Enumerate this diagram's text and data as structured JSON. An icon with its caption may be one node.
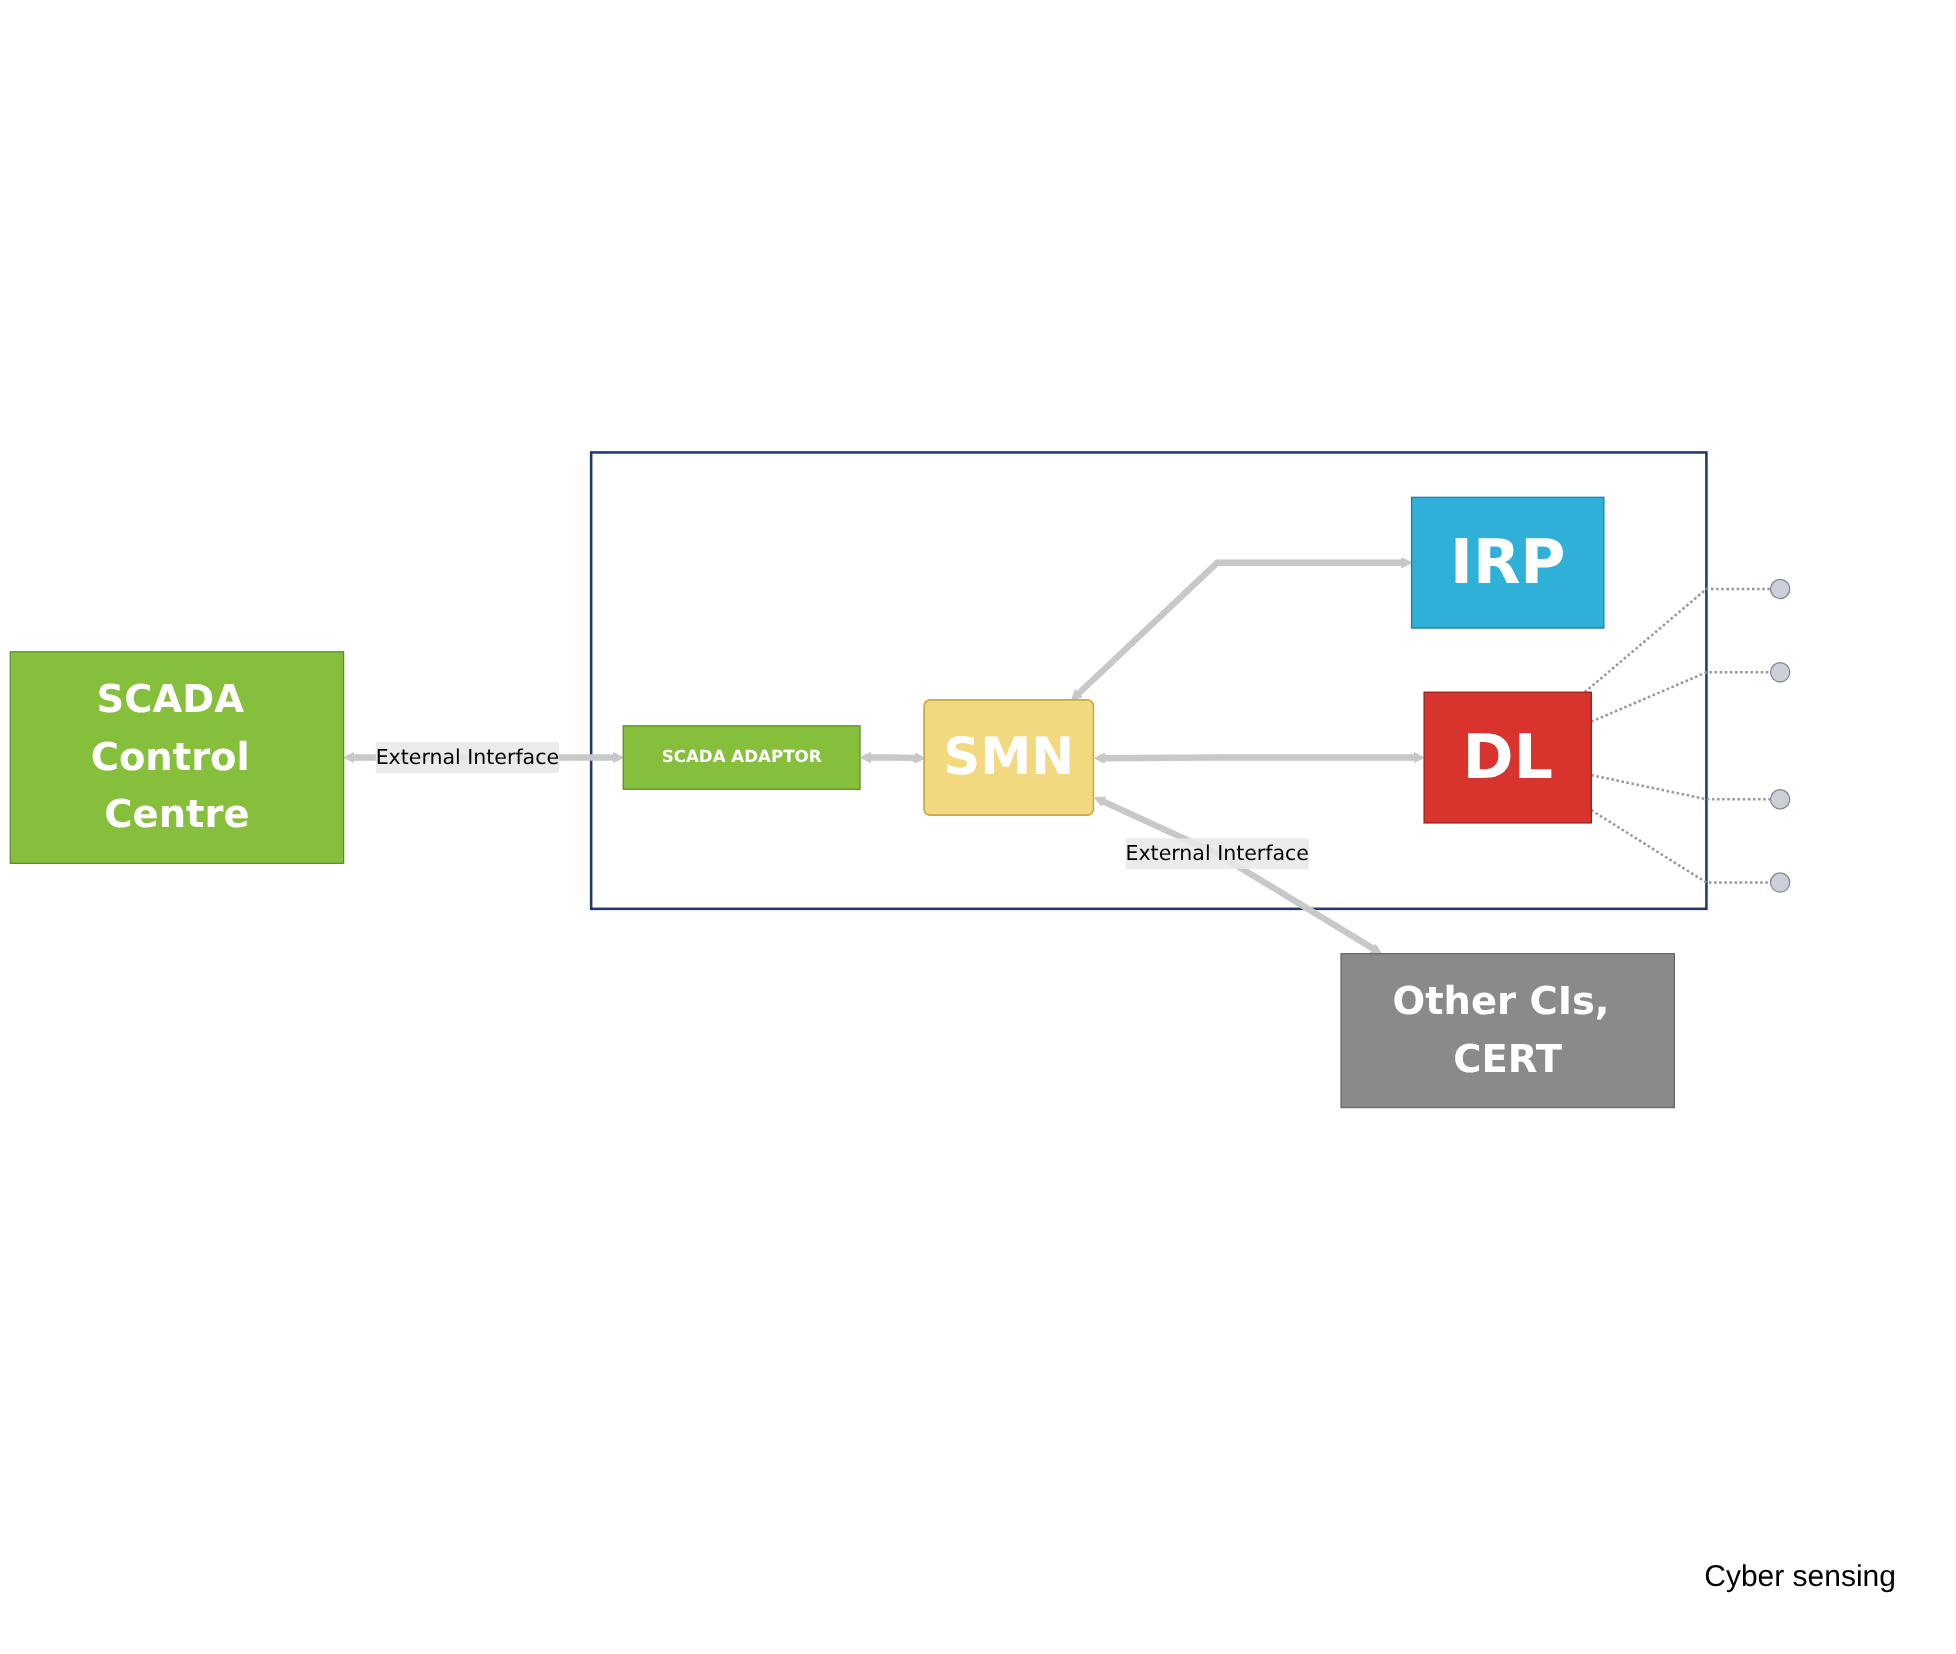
{
  "diagram": {
    "nodes": [
      {
        "text": [],
        "shape": "box"
      },
      {
        "text": [
          "SCADA Control Centre"
        ]
      },
      {
        "text": [
          "SCADA ADAPTOR"
        ],
        "in": 0
      },
      {
        "text": [
          "IRP"
        ],
        "in": 0
      },
      {
        "text": [
          "SMN"
        ],
        "in": 0
      },
      {
        "text": [
          "DL"
        ],
        "in": 0
      },
      {
        "text": [],
        "shape": "circle"
      },
      {
        "text": [],
        "shape": "circle"
      },
      {
        "text": [],
        "shape": "circle"
      },
      {
        "text": [],
        "shape": "circle"
      },
      {
        "text": [
          "Other CIs, CERT"
        ]
      }
    ],
    "edges": [
      {
        "from": 1,
        "to": 2,
        "arrow": "both",
        "label": "External Interface"
      },
      {
        "from": 2,
        "to": 4,
        "arrow": "both"
      },
      {
        "from": 4,
        "to": 3,
        "arrow": "both"
      },
      {
        "from": 4,
        "to": 5,
        "arrow": "both"
      },
      {
        "from": 4,
        "to": 10,
        "arrow": "both",
        "label": "External Interface"
      },
      {
        "from": 5,
        "to": 6,
        "arrow": "none",
        "style": "dashed",
        "color": "#999999"
      },
      {
        "from": 5,
        "to": 7,
        "arrow": "none",
        "style": "dashed",
        "color": "#999999"
      },
      {
        "from": 5,
        "to": 8,
        "arrow": "none",
        "style": "dashed",
        "color": "#999999"
      },
      {
        "from": 5,
        "to": 9,
        "arrow": "none",
        "style": "dashed",
        "color": "#999999"
      }
    ],
    "labels": [
      "Cyber sensing"
    ]
  }
}
